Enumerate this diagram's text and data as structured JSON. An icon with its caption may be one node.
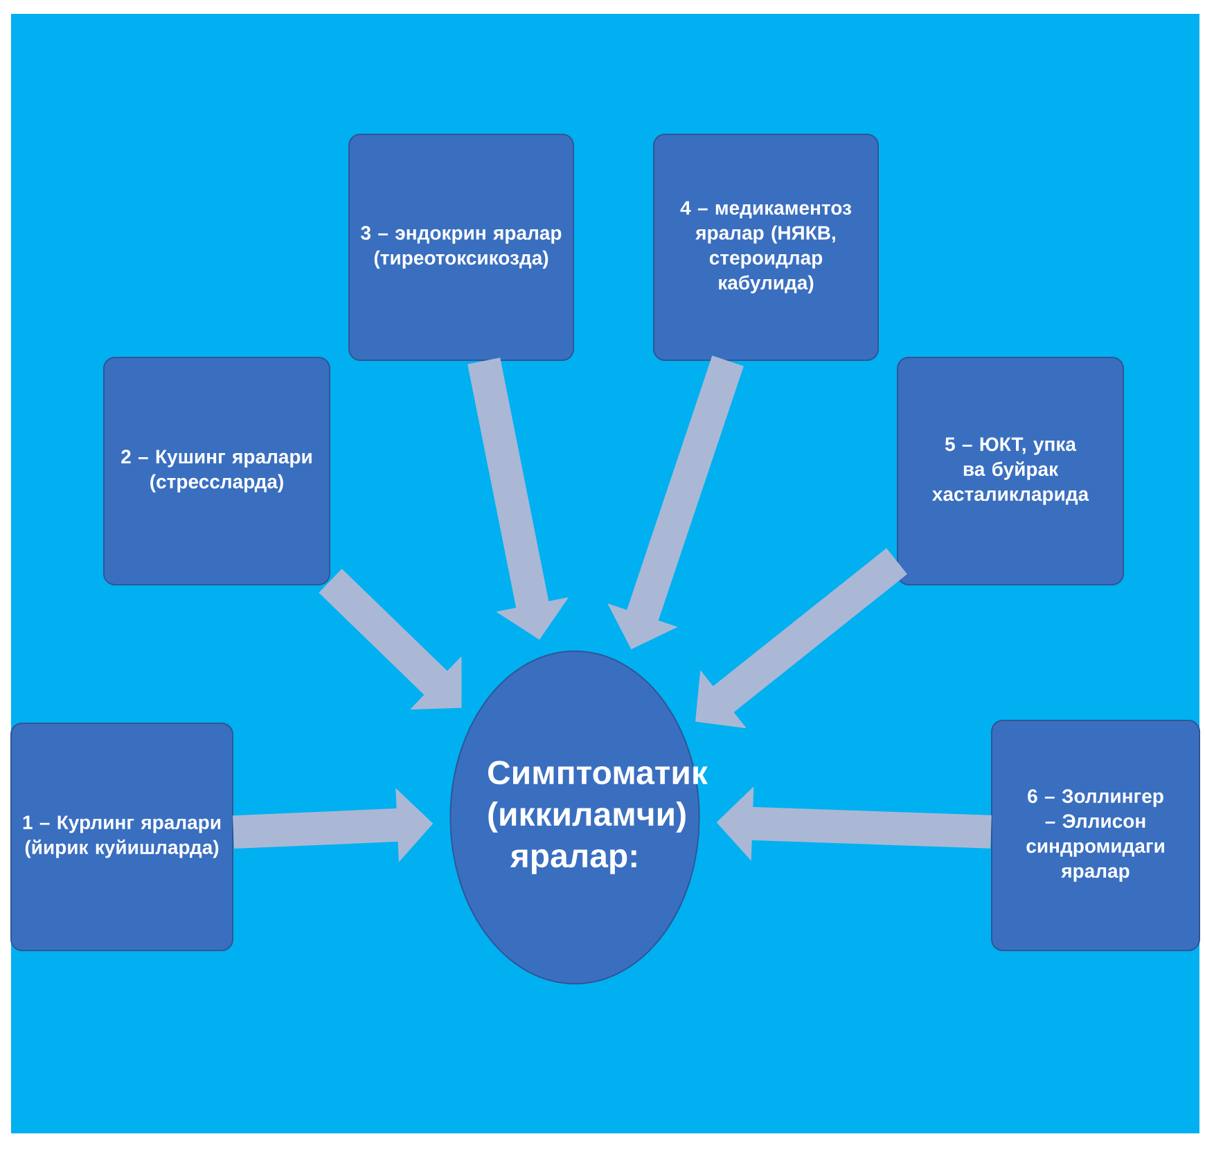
{
  "diagram": {
    "nodes": [
      {
        "text": [
          "1 – Курлинг яралари (йирик куйишларда)"
        ]
      },
      {
        "text": [
          "2 – Кушинг яралари (стрессларда)"
        ]
      },
      {
        "text": [
          "3 – эндокрин яралар (тиреотоксикозда)"
        ]
      },
      {
        "text": [
          "4 – медикаментоз яралар (НЯКВ, стероидлар кабулида)"
        ]
      },
      {
        "text": [
          "5 – ЮКТ, упка ва буйрак хасталикларида"
        ]
      },
      {
        "text": [
          "6 – Золлингер – Эллисон синдромидаги яралар"
        ]
      },
      {
        "text": [
          "Симптоматик (иккиламчи) яралар:"
        ]
      }
    ],
    "edges": [
      {
        "from": 0,
        "to": 6,
        "arrow": "to"
      },
      {
        "from": 1,
        "to": 6,
        "arrow": "to"
      },
      {
        "from": 2,
        "to": 6,
        "arrow": "to"
      },
      {
        "from": 3,
        "to": 6,
        "arrow": "to"
      },
      {
        "from": 4,
        "to": 6,
        "arrow": "to"
      },
      {
        "from": 5,
        "to": 6,
        "arrow": "to"
      }
    ]
  }
}
